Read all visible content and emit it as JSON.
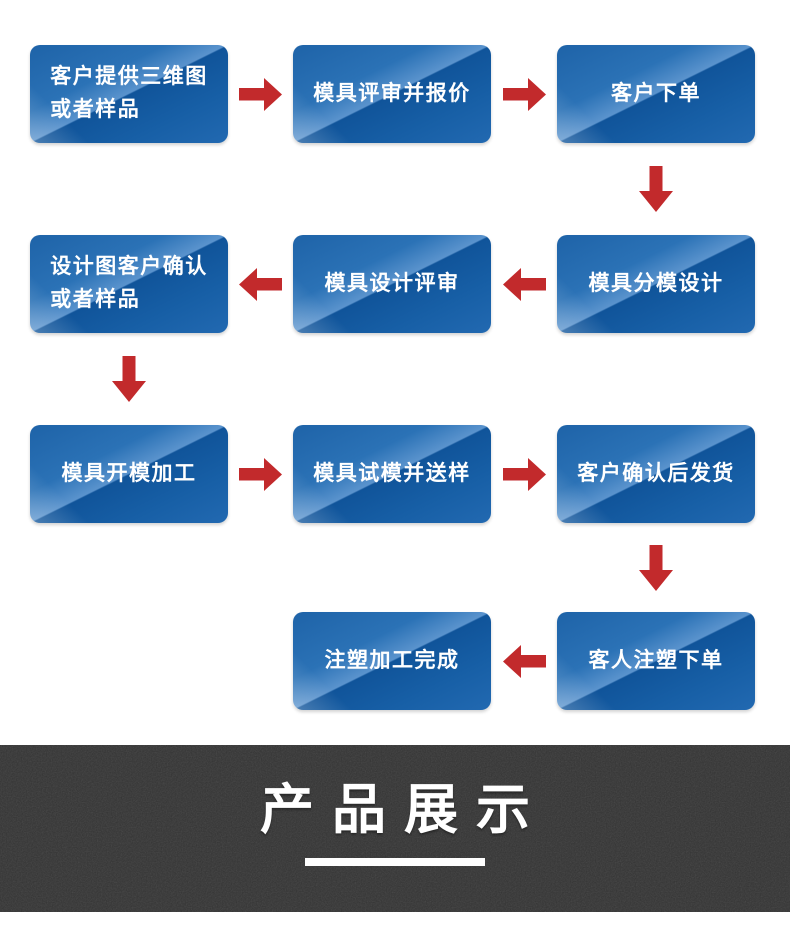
{
  "colors": {
    "box_blue_base": "#1d64aa",
    "box_blue_light": "#5a93cd",
    "box_blue_dark": "#10549a",
    "arrow_red": "#c22a2c",
    "banner_background": "#333333",
    "banner_text": "#ffffff"
  },
  "flow": {
    "boxes": [
      {
        "id": "customer-provides-3d-or-sample",
        "label": "客户提供三维图\n或者样品"
      },
      {
        "id": "mold-review-and-quote",
        "label": "模具评审并报价"
      },
      {
        "id": "customer-places-order",
        "label": "客户下单"
      },
      {
        "id": "design-customer-confirm-or-sample",
        "label": "设计图客户确认\n或者样品"
      },
      {
        "id": "mold-design-review",
        "label": "模具设计评审"
      },
      {
        "id": "mold-parting-design",
        "label": "模具分模设计"
      },
      {
        "id": "mold-fabrication",
        "label": "模具开模加工"
      },
      {
        "id": "mold-trial-and-sample-delivery",
        "label": "模具试模并送样"
      },
      {
        "id": "ship-after-customer-confirmation",
        "label": "客户确认后发货"
      },
      {
        "id": "injection-molding-completed",
        "label": "注塑加工完成"
      },
      {
        "id": "customer-injection-order",
        "label": "客人注塑下单"
      }
    ]
  },
  "banner": {
    "title": "产品展示"
  }
}
